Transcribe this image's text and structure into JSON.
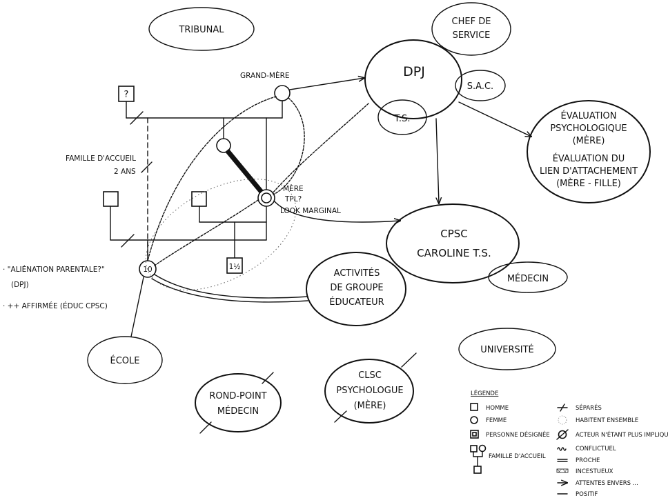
{
  "ecomap": {
    "tribunal": "TRIBUNAL",
    "dpj": "DPJ",
    "chef_service": [
      "CHEF DE",
      "SERVICE"
    ],
    "sac": "S.A.C.",
    "ts": "T.S.",
    "evaluation": [
      "ÉVALUATION",
      "PSYCHOLOGIQUE",
      "(MÈRE)",
      "ÉVALUATION DU",
      "LIEN D'ATTACHEMENT",
      "(MÈRE - FILLE)"
    ],
    "cpsc": [
      "CPSC",
      "CAROLINE T.S."
    ],
    "medecin_cpsc": "MÉDECIN",
    "activites": [
      "ACTIVITÉS",
      "DE GROUPE",
      "ÉDUCATEUR"
    ],
    "universite": "UNIVERSITÉ",
    "ecole": "ÉCOLE",
    "rond_point": [
      "ROND-POINT",
      "MÉDECIN"
    ],
    "clsc": [
      "CLSC",
      "PSYCHOLOGUE",
      "(MÈRE)"
    ]
  },
  "genogram": {
    "unknown_man": "?",
    "grand_mere": "GRAND-MÈRE",
    "mere": [
      "MÈRE",
      "TPL?",
      "LOOK MARGINAL"
    ],
    "famille_accueil": [
      "FAMILLE D'ACCUEIL",
      "2 ANS"
    ],
    "child_10": "10",
    "child_1_5": "1½"
  },
  "notes": {
    "note1": [
      "· \"ALIÉNATION PARENTALE?\"",
      "(DPJ)"
    ],
    "note2": "· ++ AFFIRMÉE (ÉDUC CPSC)"
  },
  "legend": {
    "title": "LÉGENDE",
    "left": [
      "HOMME",
      "FEMME",
      "PERSONNE DÉSIGNÉE",
      "FAMILLE D'ACCUEIL"
    ],
    "right": [
      "SÉPARÉS",
      "HABITENT ENSEMBLE",
      "ACTEUR N'ÉTANT PLUS IMPLIQUÉ",
      "CONFLICTUEL",
      "PROCHE",
      "INCESTUEUX",
      "ATTENTES ENVERS ...",
      "POSITIF"
    ]
  }
}
